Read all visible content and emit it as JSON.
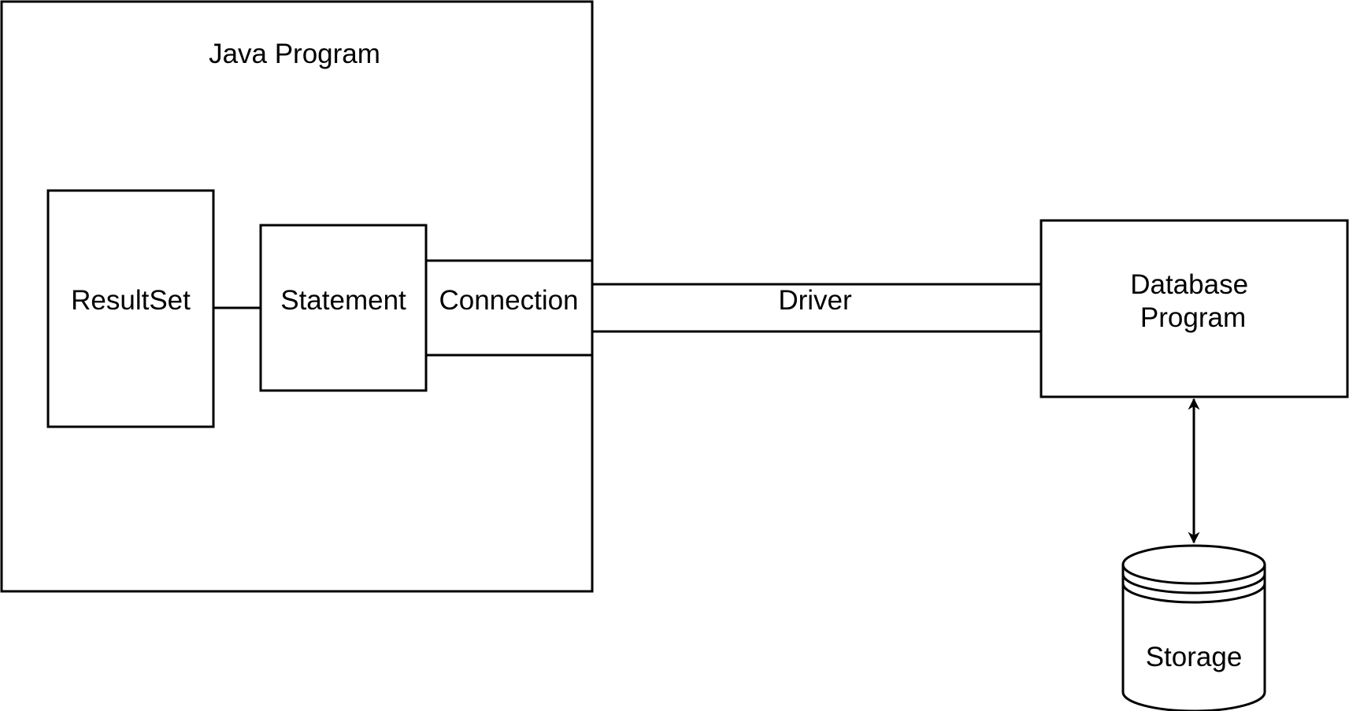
{
  "diagram": {
    "java_program": {
      "title": "Java Program"
    },
    "result_set": {
      "label": "ResultSet"
    },
    "statement": {
      "label": "Statement"
    },
    "connection": {
      "label": "Connection"
    },
    "driver": {
      "label": "Driver"
    },
    "database_program": {
      "label_line1": "Database",
      "label_line2": "Program"
    },
    "storage": {
      "label": "Storage"
    },
    "colors": {
      "stroke": "#000000",
      "fill": "#ffffff"
    }
  }
}
